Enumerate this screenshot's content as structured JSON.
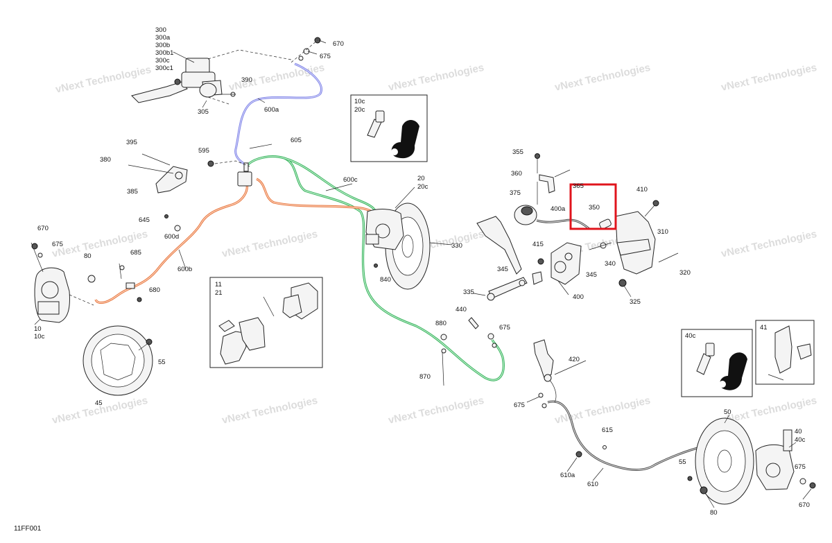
{
  "figure_code": "11FF001",
  "watermark": "vNext Technologies",
  "callouts": {
    "c300": "300",
    "c300a": "300a",
    "c300b": "300b",
    "c300b1": "300b1",
    "c300c": "300c",
    "c300c1": "300c1",
    "c305": "305",
    "c390": "390",
    "c600a": "600a",
    "c670a": "670",
    "c675a": "675",
    "c605": "605",
    "c595": "595",
    "c395": "395",
    "c380": "380",
    "c385": "385",
    "c645": "645",
    "c600d": "600d",
    "c670b": "670",
    "c675b": "675",
    "c80a": "80",
    "c685": "685",
    "c600b": "600b",
    "c680": "680",
    "c10": "10",
    "c10c": "10c",
    "c55a": "55",
    "c45": "45",
    "c600c": "600c",
    "c20": "20",
    "c20c": "20c",
    "c840": "840",
    "c440": "440",
    "c880": "880",
    "c675c": "675",
    "c870": "870",
    "c355": "355",
    "c360": "360",
    "c365": "365",
    "c375": "375",
    "c400a": "400a",
    "c350": "350",
    "c410": "410",
    "c310": "310",
    "c330": "330",
    "c415": "415",
    "c340": "340",
    "c345a": "345",
    "c345b": "345",
    "c320": "320",
    "c335": "335",
    "c400": "400",
    "c325": "325",
    "c420": "420",
    "c675d": "675",
    "c615": "615",
    "c610a": "610a",
    "c610": "610",
    "c55b": "55",
    "c50": "50",
    "c40": "40",
    "c40c": "40c",
    "c675e": "675",
    "c670c": "670",
    "c80b": "80"
  },
  "insets": {
    "bleeder_front": {
      "line1": "10c",
      "line2": "20c"
    },
    "pads_front": {
      "line1": "11",
      "line2": "21"
    },
    "bleeder_rear": {
      "line1": "40c"
    },
    "pads_rear": {
      "line1": "41"
    }
  },
  "highlight": {
    "color": "#e0141c",
    "label": "350"
  },
  "tube_colors": {
    "orange": "#e8753c",
    "green": "#33b35a",
    "blue": "#7b7fe6"
  }
}
